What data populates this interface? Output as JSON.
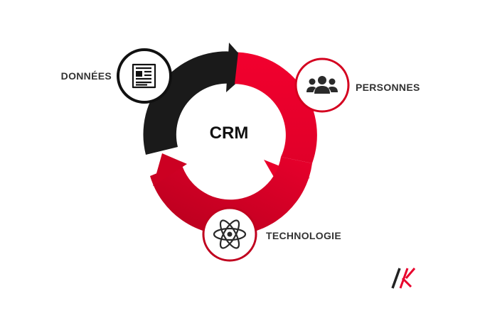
{
  "center": {
    "label": "CRM"
  },
  "nodes": {
    "donnees": {
      "label": "DONNÉES",
      "icon": "newspaper-icon"
    },
    "personnes": {
      "label": "PERSONNES",
      "icon": "people-group-icon"
    },
    "technologie": {
      "label": "TECHNOLOGIE",
      "icon": "atom-icon"
    }
  },
  "logo": {
    "text": "K"
  },
  "colors": {
    "dark": "#1a1a1a",
    "red": "#f0002d",
    "red_dark": "#c2001f",
    "label": "#333333"
  }
}
